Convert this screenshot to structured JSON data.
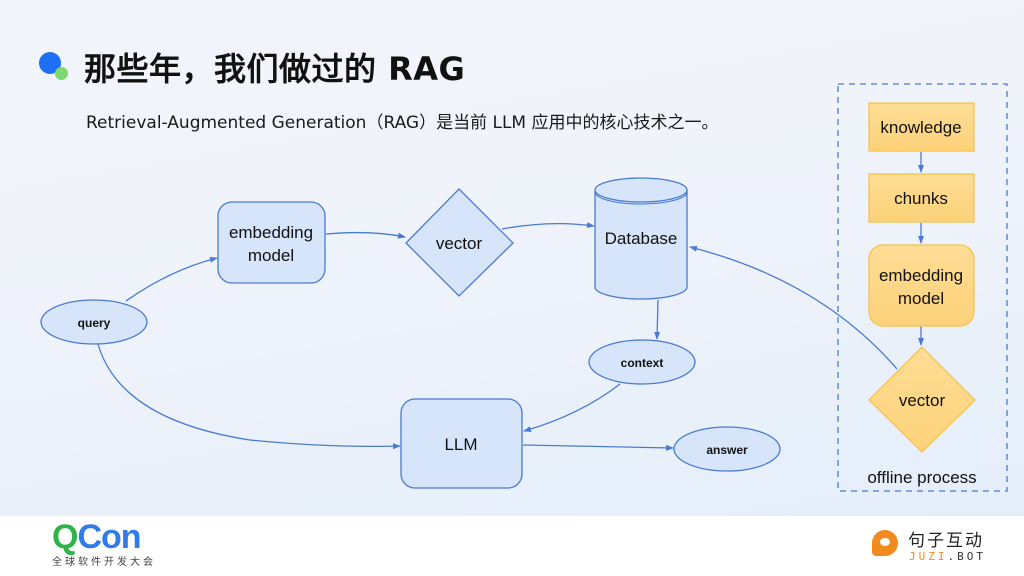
{
  "header": {
    "title": "那些年，我们做过的 RAG",
    "subtitle": "Retrieval-Augmented Generation（RAG）是当前 LLM 应用中的核心技术之一。"
  },
  "diagram": {
    "online": {
      "query": "query",
      "embedding_model_line1": "embedding",
      "embedding_model_line2": "model",
      "vector": "vector",
      "database": "Database",
      "context": "context",
      "llm": "LLM",
      "answer": "answer"
    },
    "offline": {
      "knowledge": "knowledge",
      "chunks": "chunks",
      "embedding_model_line1": "embedding",
      "embedding_model_line2": "model",
      "vector": "vector",
      "group_label": "offline process"
    },
    "colors": {
      "online_fill": "#d6e5f9",
      "online_stroke": "#4a7bd0",
      "offline_fill": "#fdd88a",
      "offline_stroke": "#f5c244",
      "edge": "#4a7bd0"
    },
    "edges": [
      {
        "from": "query",
        "to": "embedding model"
      },
      {
        "from": "embedding model",
        "to": "vector"
      },
      {
        "from": "vector",
        "to": "Database"
      },
      {
        "from": "Database",
        "to": "context"
      },
      {
        "from": "context",
        "to": "LLM"
      },
      {
        "from": "query",
        "to": "LLM"
      },
      {
        "from": "LLM",
        "to": "answer"
      },
      {
        "from": "knowledge",
        "to": "chunks"
      },
      {
        "from": "chunks",
        "to": "embedding model (offline)"
      },
      {
        "from": "embedding model (offline)",
        "to": "vector (offline)"
      },
      {
        "from": "vector (offline)",
        "to": "Database"
      }
    ]
  },
  "footer": {
    "qcon_q": "Q",
    "qcon_con": "Con",
    "qcon_subtitle": "全球软件开发大会",
    "juzi_cn": "句子互动",
    "juzi_en_orange": "JUZI",
    "juzi_en_dark": ".BOT"
  }
}
